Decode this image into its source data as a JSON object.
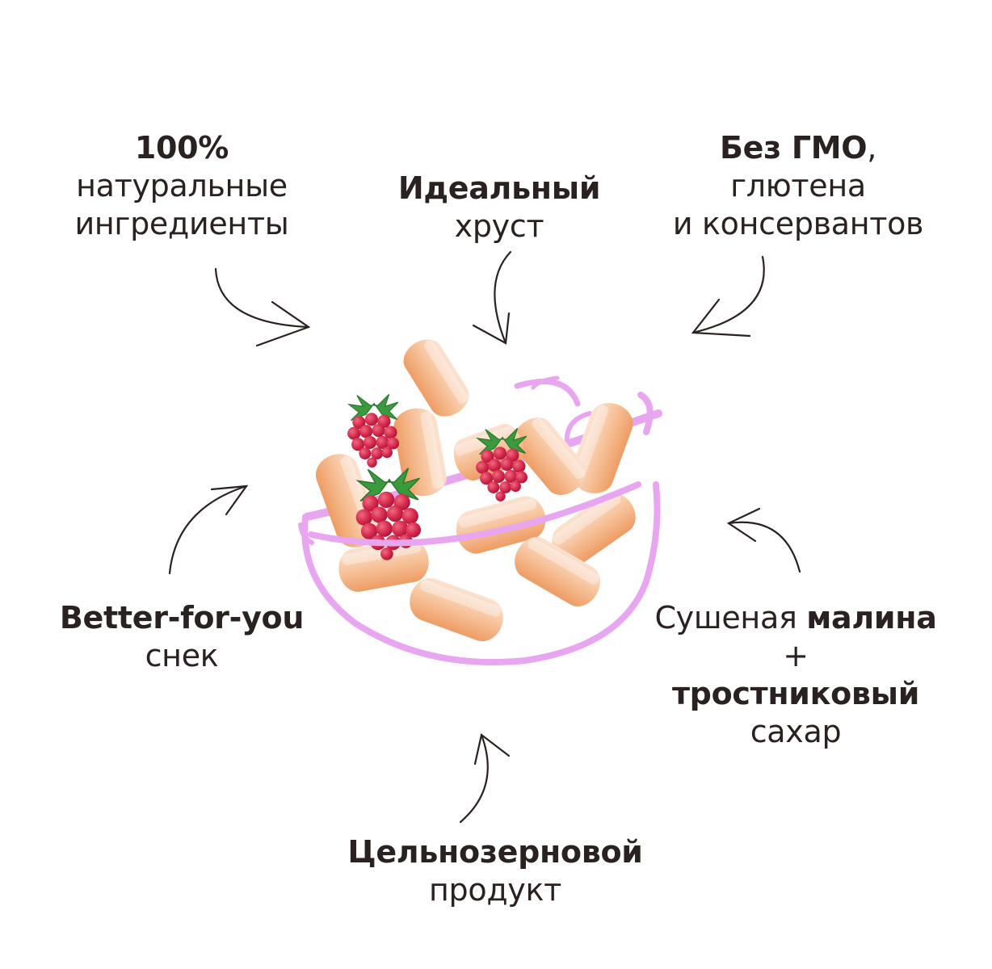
{
  "features": {
    "natural": {
      "bold": "100%",
      "line2": "натуральные",
      "line3": "ингредиенты"
    },
    "crunch": {
      "bold": "Идеальный",
      "line2": "хруст"
    },
    "gmo": {
      "bold": "Без ГМО",
      "comma": ",",
      "line2": "глютена",
      "line3": "и консервантов"
    },
    "better": {
      "bold": "Better-for-you",
      "line2": "снек"
    },
    "raspberry": {
      "normal": "Сушеная ",
      "bold": "малина",
      "plus": "+",
      "bold2": "тростниковый",
      "line4": "сахар"
    },
    "grain": {
      "bold": "Цельнозерновой",
      "line2": "продукт"
    }
  },
  "colors": {
    "text": "#2a2220",
    "bowl": "#e9a6f0",
    "snack": "#f4b487",
    "berry": "#d62a4c",
    "leaf": "#3c9a3e"
  },
  "illustration": {
    "name": "bowl-of-raspberry-snacks",
    "icons": [
      "bowl-icon",
      "corn-puff-icon",
      "raspberry-icon",
      "arrow-icon"
    ]
  }
}
